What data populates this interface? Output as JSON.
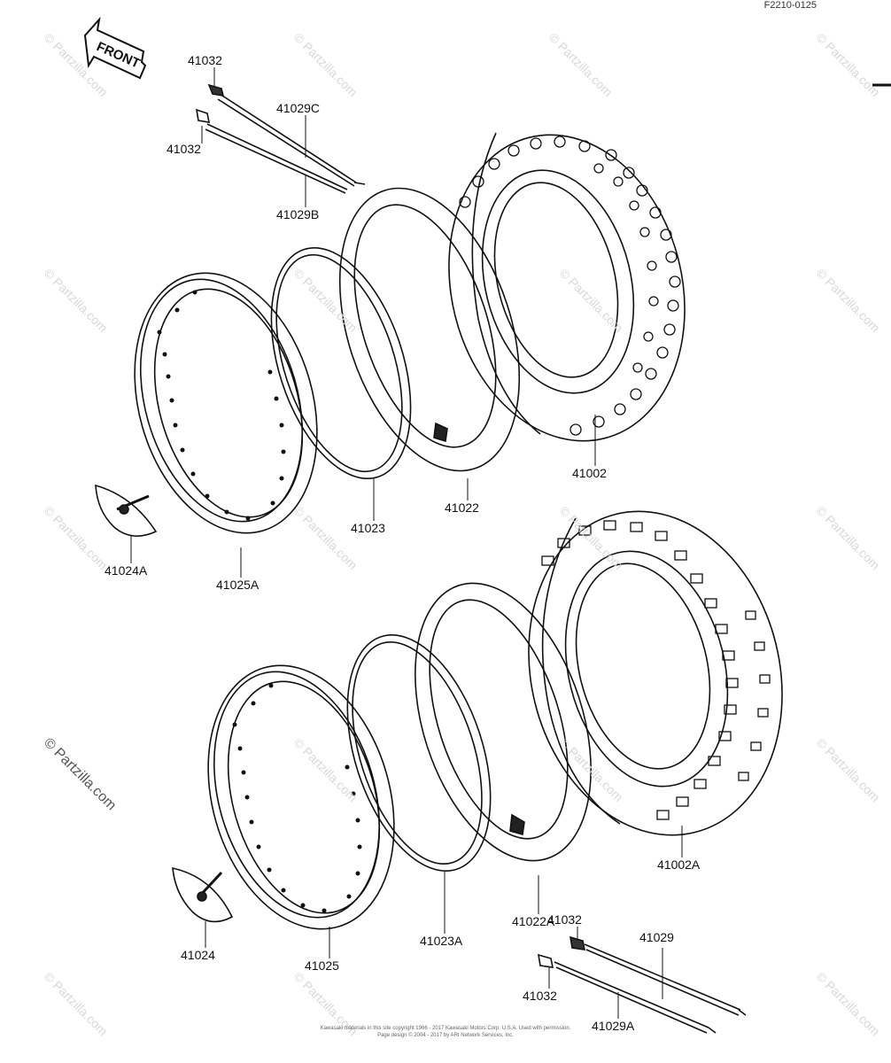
{
  "diagram": {
    "code": "F2210-0125",
    "front_label": "FRONT",
    "watermark": "© Partzilla.com",
    "copyright_line1": "Kawasaki materials in this site copyright 1966 - 2017 Kawasaki Motors Corp. U.S.A. Used with permission.",
    "copyright_line2": "Page design © 2004 - 2017 by ARI Network Services, Inc.",
    "labels": {
      "p41032_a": "41032",
      "p41029c": "41029C",
      "p41032_b": "41032",
      "p41029b": "41029B",
      "p41002": "41002",
      "p41022": "41022",
      "p41023": "41023",
      "p41024a": "41024A",
      "p41025a": "41025A",
      "p41002a": "41002A",
      "p41022a": "41022A",
      "p41023a": "41023A",
      "p41024": "41024",
      "p41025": "41025",
      "p41032_c": "41032",
      "p41029": "41029",
      "p41032_d": "41032",
      "p41029a": "41029A"
    }
  }
}
